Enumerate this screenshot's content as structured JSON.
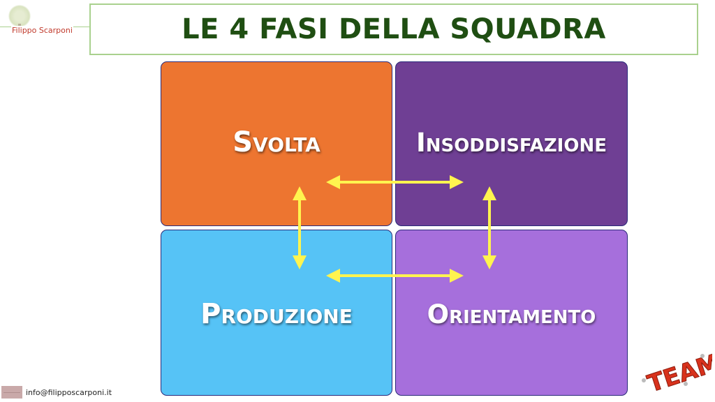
{
  "logo": {
    "text": "Filippo Scarponi"
  },
  "title": "LE 4 FASI DELLA SQUADRA",
  "phases": [
    {
      "label": "Svolta",
      "color": "#ed7530"
    },
    {
      "label": "Insoddisfazione",
      "color": "#6f3f94"
    },
    {
      "label": "Produzione",
      "color": "#56c3f6"
    },
    {
      "label": "Orientamento",
      "color": "#a66fdc"
    }
  ],
  "arrow_color": "#fff44f",
  "footer": {
    "email": "info@filipposcarponi.it"
  },
  "team_image": {
    "text": "TEAM"
  }
}
